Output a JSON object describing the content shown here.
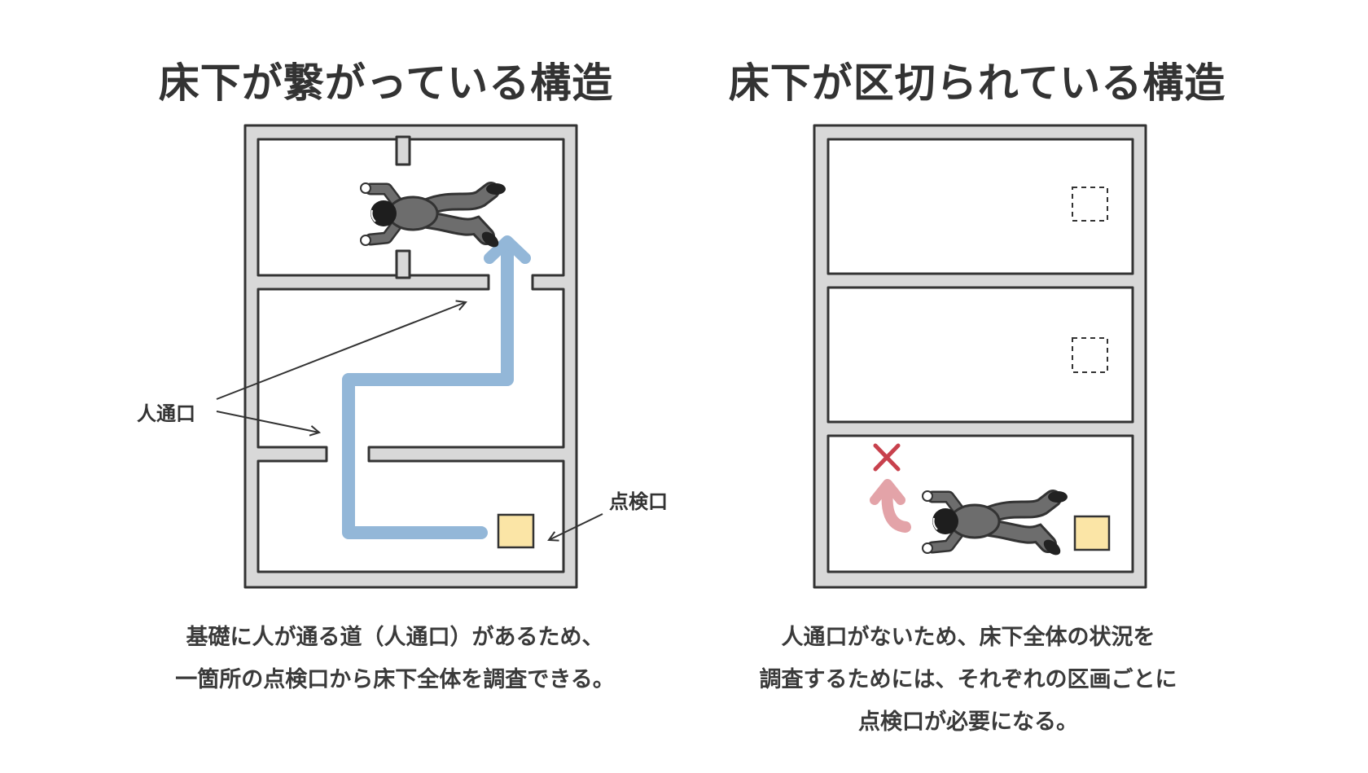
{
  "left": {
    "title": "床下が繋がっている構造",
    "label_passage": "人通口",
    "label_inspection": "点検口",
    "caption": [
      "基礎に人が通る道（人通口）があるため、",
      "一箇所の点検口から床下全体を調査できる。"
    ]
  },
  "right": {
    "title": "床下が区切られている構造",
    "caption": [
      "人通口がないため、床下全体の状況を",
      "調査するためには、それぞれの区画ごとに",
      "点検口が必要になる。"
    ]
  },
  "colors": {
    "wall": "#d8d8d8",
    "path": "#93b7d8",
    "hatch": "#fbe5a6",
    "blocked": "#c8414d",
    "blocked_arrow": "#e3a3a8"
  }
}
